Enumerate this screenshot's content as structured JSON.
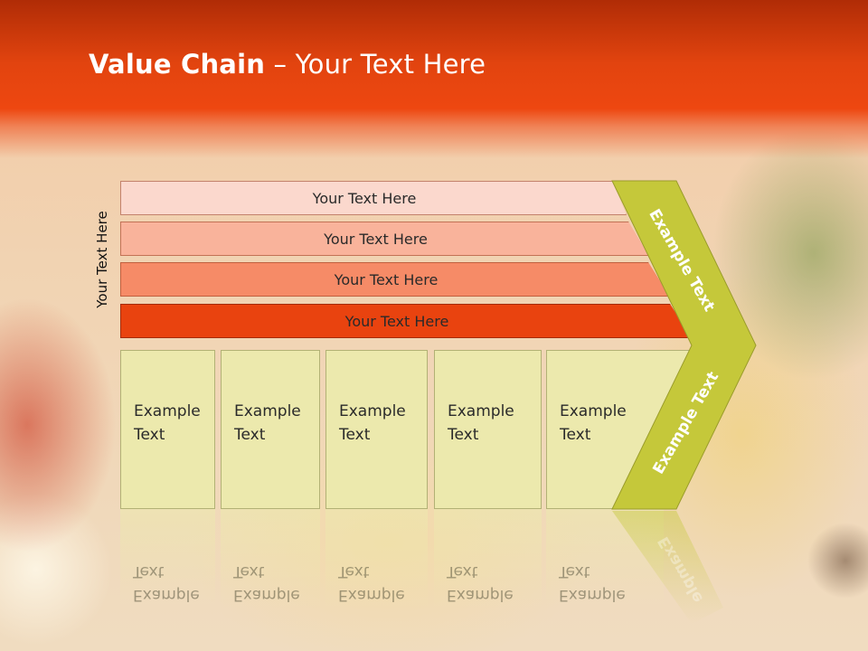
{
  "slide": {
    "title_bold": "Value Chain",
    "title_rest": " – Your Text Here",
    "side_label": "Your Text Here",
    "bars": [
      {
        "label": "Your Text Here",
        "color": "#fbd8cd"
      },
      {
        "label": "Your Text Here",
        "color": "#f9b39b"
      },
      {
        "label": "Your Text Here",
        "color": "#f68b67"
      },
      {
        "label": "Your Text Here",
        "color": "#e9430f"
      }
    ],
    "boxes": [
      {
        "line1": "Example",
        "line2": "Text"
      },
      {
        "line1": "Example",
        "line2": "Text"
      },
      {
        "line1": "Example",
        "line2": "Text"
      },
      {
        "line1": "Example",
        "line2": "Text"
      },
      {
        "line1": "Example",
        "line2": "Text"
      }
    ],
    "chevron": {
      "top_label": "Example Text",
      "bottom_label": "Example Text",
      "color": "#c5c83a"
    },
    "colors": {
      "header": "#e2440f",
      "box_fill": "#ece9ad"
    }
  }
}
